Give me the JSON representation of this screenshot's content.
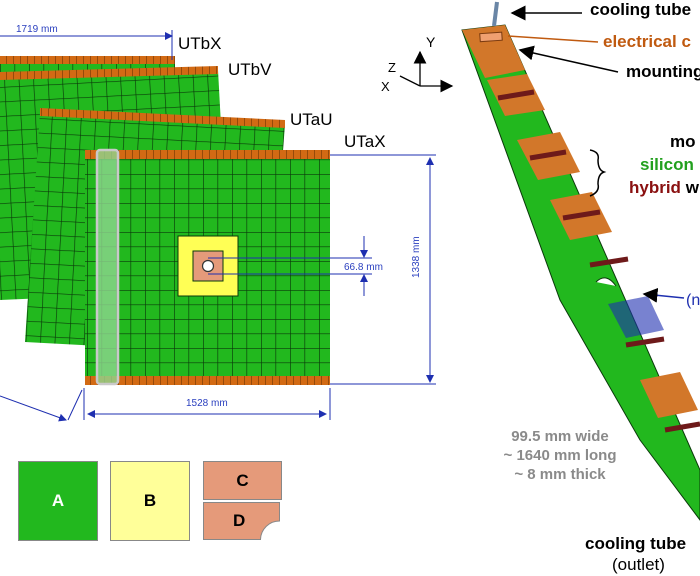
{
  "planes": {
    "utbx": "UTbX",
    "utbv": "UTbV",
    "utau": "UTaU",
    "utax": "UTaX"
  },
  "dimensions": {
    "top_width": "1719 mm",
    "bottom_width": "1528 mm",
    "height": "1338 mm",
    "inner": "66.8 mm"
  },
  "axes": {
    "y": "Y",
    "z": "Z",
    "x": "X"
  },
  "legend": {
    "a": "A",
    "b": "B",
    "c": "C",
    "d": "D"
  },
  "stave": {
    "cooling_inlet": "cooling tube",
    "electrical": "electrical c",
    "mounting": "mounting",
    "modules": "mo",
    "silicon": "silicon",
    "hybrid": "hybrid",
    "hybrid_tail": "w",
    "note": "(n",
    "specs": [
      "99.5 mm wide",
      "~ 1640 mm long",
      "~ 8 mm thick"
    ],
    "cooling_outlet": "cooling tube",
    "outlet": "(outlet)"
  },
  "colors": {
    "sensor_green": "#22b81e",
    "grid_line": "#0a3a0a",
    "hybrid_orange": "#d26a14",
    "sensor_b": "#ffff88",
    "sensor_c": "#e59a7a",
    "dimension_blue": "#1e2fb0"
  }
}
